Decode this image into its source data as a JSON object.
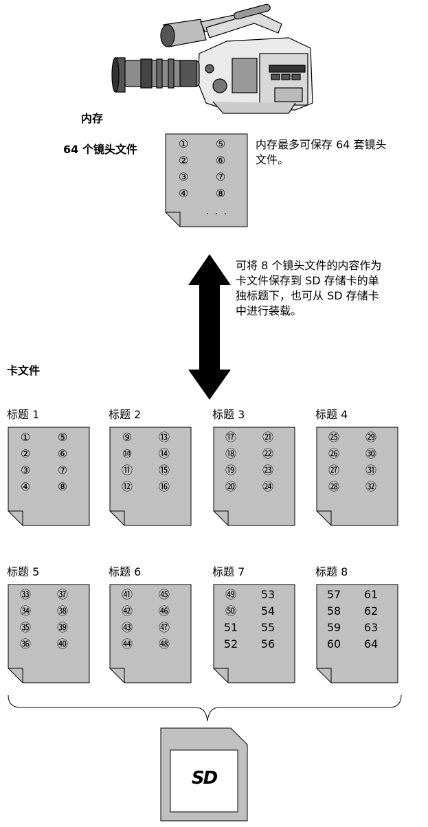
{
  "memory_label": "内存",
  "scene_files_label": "64 个镜头文件",
  "memory_note": [
    "内存最多可保存 64 套镜头",
    "文件。"
  ],
  "memory_card": {
    "left": [
      "①",
      "②",
      "③",
      "④"
    ],
    "right": [
      "⑤",
      "⑥",
      "⑦",
      "⑧"
    ],
    "dots": "· · ·"
  },
  "arrow_note": [
    "可将 8 个镜头文件的内容作为",
    "卡文件保存到 SD 存储卡的单",
    "独标题下，也可从 SD 存储卡",
    "中进行装载。"
  ],
  "card_file_label": "卡文件",
  "titles": [
    {
      "label": "标题 1",
      "left": [
        "①",
        "②",
        "③",
        "④"
      ],
      "right": [
        "⑤",
        "⑥",
        "⑦",
        "⑧"
      ]
    },
    {
      "label": "标题 2",
      "left": [
        "⑨",
        "⑩",
        "⑪",
        "⑫"
      ],
      "right": [
        "⑬",
        "⑭",
        "⑮",
        "⑯"
      ]
    },
    {
      "label": "标题 3",
      "left": [
        "⑰",
        "⑱",
        "⑲",
        "⑳"
      ],
      "right": [
        "㉑",
        "㉒",
        "㉓",
        "㉔"
      ]
    },
    {
      "label": "标题 4",
      "left": [
        "㉕",
        "㉖",
        "㉗",
        "㉘"
      ],
      "right": [
        "㉙",
        "㉚",
        "㉛",
        "㉜"
      ]
    },
    {
      "label": "标题 5",
      "left": [
        "㉝",
        "㉞",
        "㉟",
        "㊱"
      ],
      "right": [
        "㊲",
        "㊳",
        "㊴",
        "㊵"
      ]
    },
    {
      "label": "标题 6",
      "left": [
        "㊶",
        "㊷",
        "㊸",
        "㊹"
      ],
      "right": [
        "㊺",
        "㊻",
        "㊼",
        "㊽"
      ]
    },
    {
      "label": "标题 7",
      "left": [
        "㊾",
        "㊿",
        "51",
        "52"
      ],
      "right": [
        "53",
        "54",
        "55",
        "56"
      ]
    },
    {
      "label": "标题 8",
      "left": [
        "57",
        "58",
        "59",
        "60"
      ],
      "right": [
        "61",
        "62",
        "63",
        "64"
      ]
    }
  ],
  "sd_logo": "SD",
  "colors": {
    "card_fill": "#c0c0c0",
    "stroke": "#000000",
    "arrow": "#000000"
  }
}
